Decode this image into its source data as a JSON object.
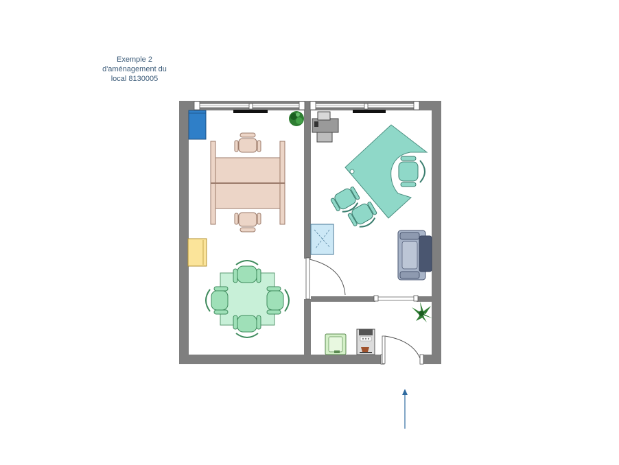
{
  "caption": {
    "lines": [
      "Exemple 2",
      "d'aménagement du",
      "local 8130005"
    ]
  },
  "colors": {
    "wall": "#7f7f7f",
    "floor": "#ffffff",
    "tan_furniture": "#ecd5c7",
    "tan_outline": "#9b7a6a",
    "teal_desk": "#8fd8c8",
    "teal_outline": "#4a8f80",
    "green_table": "#c8f0d8",
    "green_chair": "#9fe0b8",
    "blue_cabinet": "#2f7fc8",
    "yellow_cabinet": "#fbe49a",
    "glass_table": "#cce8f6",
    "sofa": "#a8b4c8",
    "plant": "#2e7d32",
    "entrance_arrow": "#2e6aa0"
  },
  "icons": [
    "blue-cabinet-icon",
    "plant-icon",
    "printer-icon",
    "filing-cabinet-icon",
    "coffee-machine-icon",
    "armchair-icon",
    "door-icon",
    "window-icon",
    "arrow-up-icon"
  ]
}
